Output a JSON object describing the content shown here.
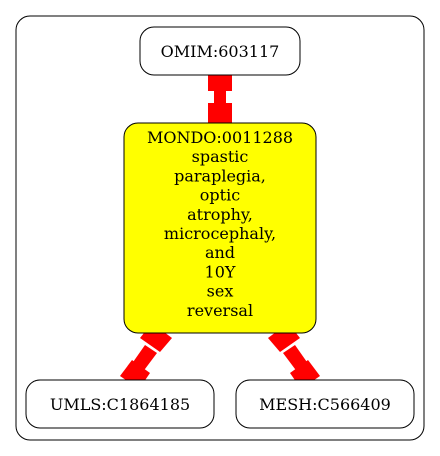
{
  "graph": {
    "nodes": {
      "omim": {
        "label": "OMIM:603117"
      },
      "mondo": {
        "lines": [
          "MONDO:0011288",
          "spastic",
          "paraplegia,",
          "optic",
          "atrophy,",
          "microcephaly,",
          "and",
          "10Y",
          "sex",
          "reversal"
        ],
        "fill": "#ffff00"
      },
      "umls": {
        "label": "UMLS:C1864185"
      },
      "mesh": {
        "label": "MESH:C566409"
      }
    },
    "edge_color": "#ff0000"
  }
}
